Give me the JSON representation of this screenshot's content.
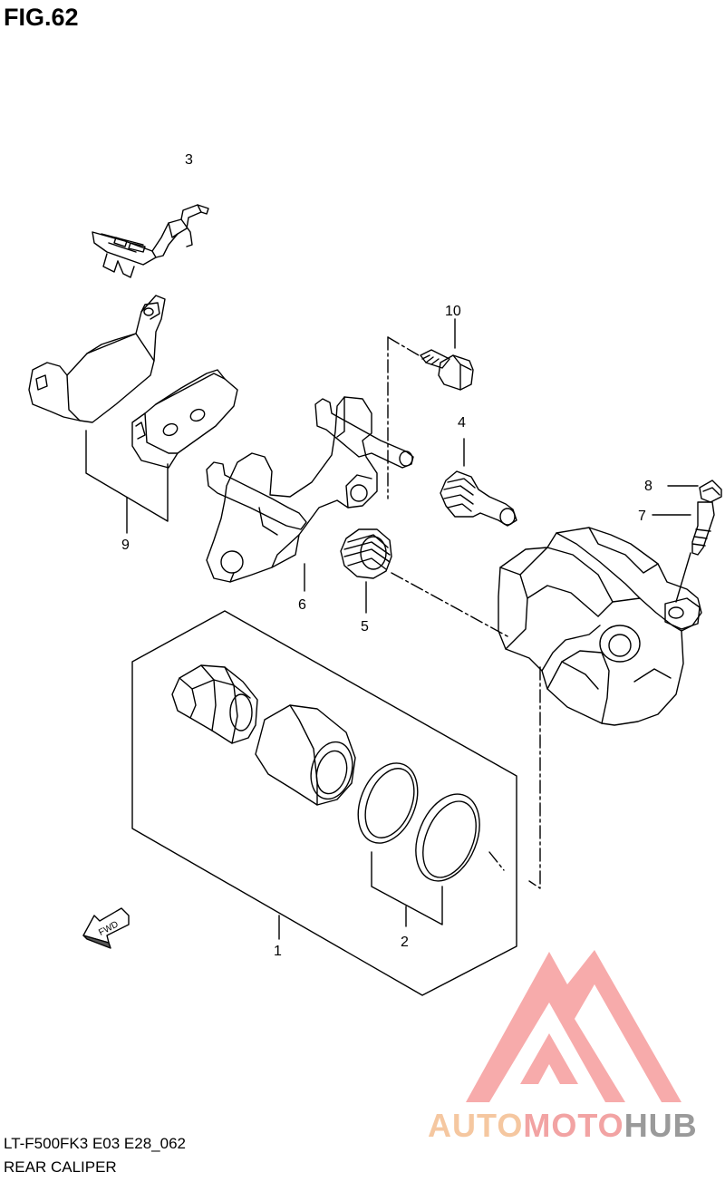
{
  "figure": {
    "title": "FIG.62",
    "model_code": "LT-F500FK3 E03 E28_062",
    "name": "REAR CALIPER",
    "fwd_label": "FWD"
  },
  "callouts": [
    {
      "id": "c1",
      "label": "1"
    },
    {
      "id": "c2",
      "label": "2"
    },
    {
      "id": "c3",
      "label": "3"
    },
    {
      "id": "c4",
      "label": "4"
    },
    {
      "id": "c5",
      "label": "5"
    },
    {
      "id": "c6",
      "label": "6"
    },
    {
      "id": "c7",
      "label": "7"
    },
    {
      "id": "c8",
      "label": "8"
    },
    {
      "id": "c9",
      "label": "9"
    },
    {
      "id": "c10",
      "label": "10"
    }
  ],
  "watermark": {
    "part1": "AUTO",
    "part2": "MOTO",
    "part3": "HUB",
    "color_triangle": "#f7a3a3",
    "color_auto": "#f5c7a0",
    "color_moto": "#f2a3a3",
    "color_hub": "#9a9a9a"
  },
  "colors": {
    "line": "#000000",
    "background": "#ffffff"
  }
}
